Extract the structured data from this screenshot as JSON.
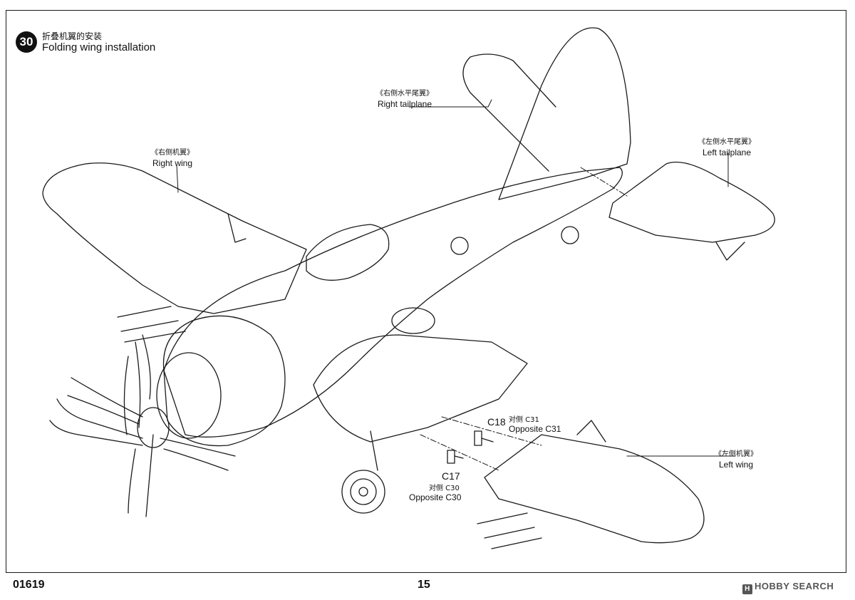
{
  "step": {
    "number": "30",
    "title_cn": "折叠机翼的安装",
    "title_en": "Folding wing installation"
  },
  "labels": {
    "right_tailplane": {
      "cn": "《右侧水平尾翼》",
      "en": "Right tailplane"
    },
    "left_tailplane": {
      "cn": "《左侧水平尾翼》",
      "en": "Left tailplane"
    },
    "right_wing": {
      "cn": "《右侧机翼》",
      "en": "Right wing"
    },
    "left_wing": {
      "cn": "《左侧机翼》",
      "en": "Left wing"
    }
  },
  "parts": {
    "c18": {
      "code": "C18",
      "opposite_cn": "对侧  C31",
      "opposite_en": "Opposite C31"
    },
    "c17": {
      "code": "C17",
      "opposite_cn": "对侧  C30",
      "opposite_en": "Opposite C30"
    }
  },
  "footer": {
    "product_code": "01619",
    "page_number": "15"
  },
  "watermark": {
    "icon": "hobby-search-logo-icon",
    "text": "HOBBY SEARCH"
  }
}
